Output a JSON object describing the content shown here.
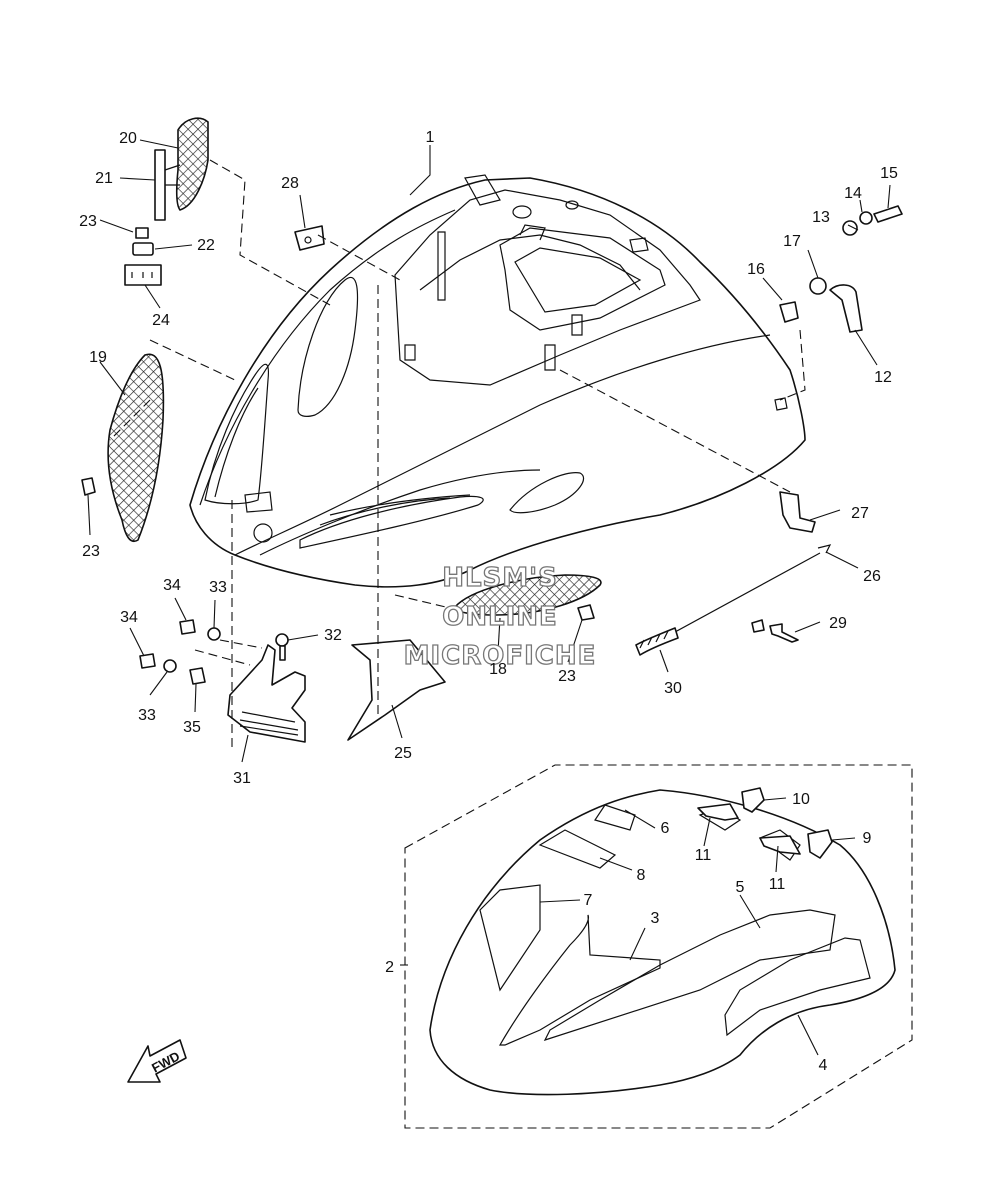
{
  "watermark": [
    "HLSM'S",
    "ONLINE",
    "MICROFICHE"
  ],
  "fwd_label": "FWD",
  "callouts": [
    {
      "id": "1",
      "text": "1"
    },
    {
      "id": "2",
      "text": "2"
    },
    {
      "id": "3",
      "text": "3"
    },
    {
      "id": "4",
      "text": "4"
    },
    {
      "id": "5",
      "text": "5"
    },
    {
      "id": "6",
      "text": "6"
    },
    {
      "id": "7",
      "text": "7"
    },
    {
      "id": "8",
      "text": "8"
    },
    {
      "id": "9",
      "text": "9"
    },
    {
      "id": "10",
      "text": "10"
    },
    {
      "id": "11a",
      "text": "11"
    },
    {
      "id": "11b",
      "text": "11"
    },
    {
      "id": "12",
      "text": "12"
    },
    {
      "id": "13",
      "text": "13"
    },
    {
      "id": "14",
      "text": "14"
    },
    {
      "id": "15",
      "text": "15"
    },
    {
      "id": "16",
      "text": "16"
    },
    {
      "id": "17",
      "text": "17"
    },
    {
      "id": "18",
      "text": "18"
    },
    {
      "id": "19",
      "text": "19"
    },
    {
      "id": "20",
      "text": "20"
    },
    {
      "id": "21",
      "text": "21"
    },
    {
      "id": "22",
      "text": "22"
    },
    {
      "id": "23a",
      "text": "23"
    },
    {
      "id": "23b",
      "text": "23"
    },
    {
      "id": "23c",
      "text": "23"
    },
    {
      "id": "24",
      "text": "24"
    },
    {
      "id": "25",
      "text": "25"
    },
    {
      "id": "26",
      "text": "26"
    },
    {
      "id": "27",
      "text": "27"
    },
    {
      "id": "28",
      "text": "28"
    },
    {
      "id": "29",
      "text": "29"
    },
    {
      "id": "30",
      "text": "30"
    },
    {
      "id": "31",
      "text": "31"
    },
    {
      "id": "32",
      "text": "32"
    },
    {
      "id": "33a",
      "text": "33"
    },
    {
      "id": "33b",
      "text": "33"
    },
    {
      "id": "34a",
      "text": "34"
    },
    {
      "id": "34b",
      "text": "34"
    },
    {
      "id": "35",
      "text": "35"
    }
  ]
}
